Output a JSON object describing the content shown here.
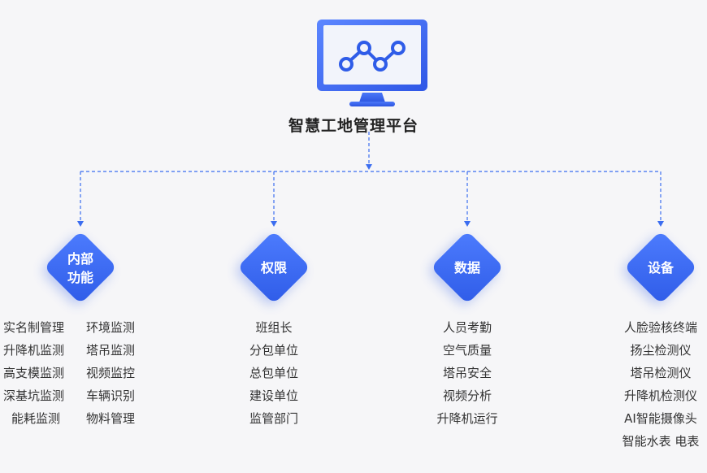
{
  "platform": {
    "title": "智慧工地管理平台",
    "icon": "monitor-chart-icon"
  },
  "colors": {
    "accent": "#2f5ce8",
    "connector": "#3b6df0",
    "background": "#f6f6f8"
  },
  "categories": [
    {
      "label_lines": [
        "内部",
        "功能"
      ],
      "items_col1": [
        "实名制管理",
        "升降机监测",
        "高支模监测",
        "深基坑监测",
        "能耗监测"
      ],
      "items_col2": [
        "环境监测",
        "塔吊监测",
        "视频监控",
        "车辆识别",
        "物料管理"
      ]
    },
    {
      "label": "权限",
      "items": [
        "班组长",
        "分包单位",
        "总包单位",
        "建设单位",
        "监管部门"
      ]
    },
    {
      "label": "数据",
      "items": [
        "人员考勤",
        "空气质量",
        "塔吊安全",
        "视频分析",
        "升降机运行"
      ]
    },
    {
      "label": "设备",
      "items": [
        "人脸验核终端",
        "扬尘检测仪",
        "塔吊检测仪",
        "升降机检测仪",
        "AI智能摄像头",
        "智能水表 电表"
      ]
    }
  ]
}
